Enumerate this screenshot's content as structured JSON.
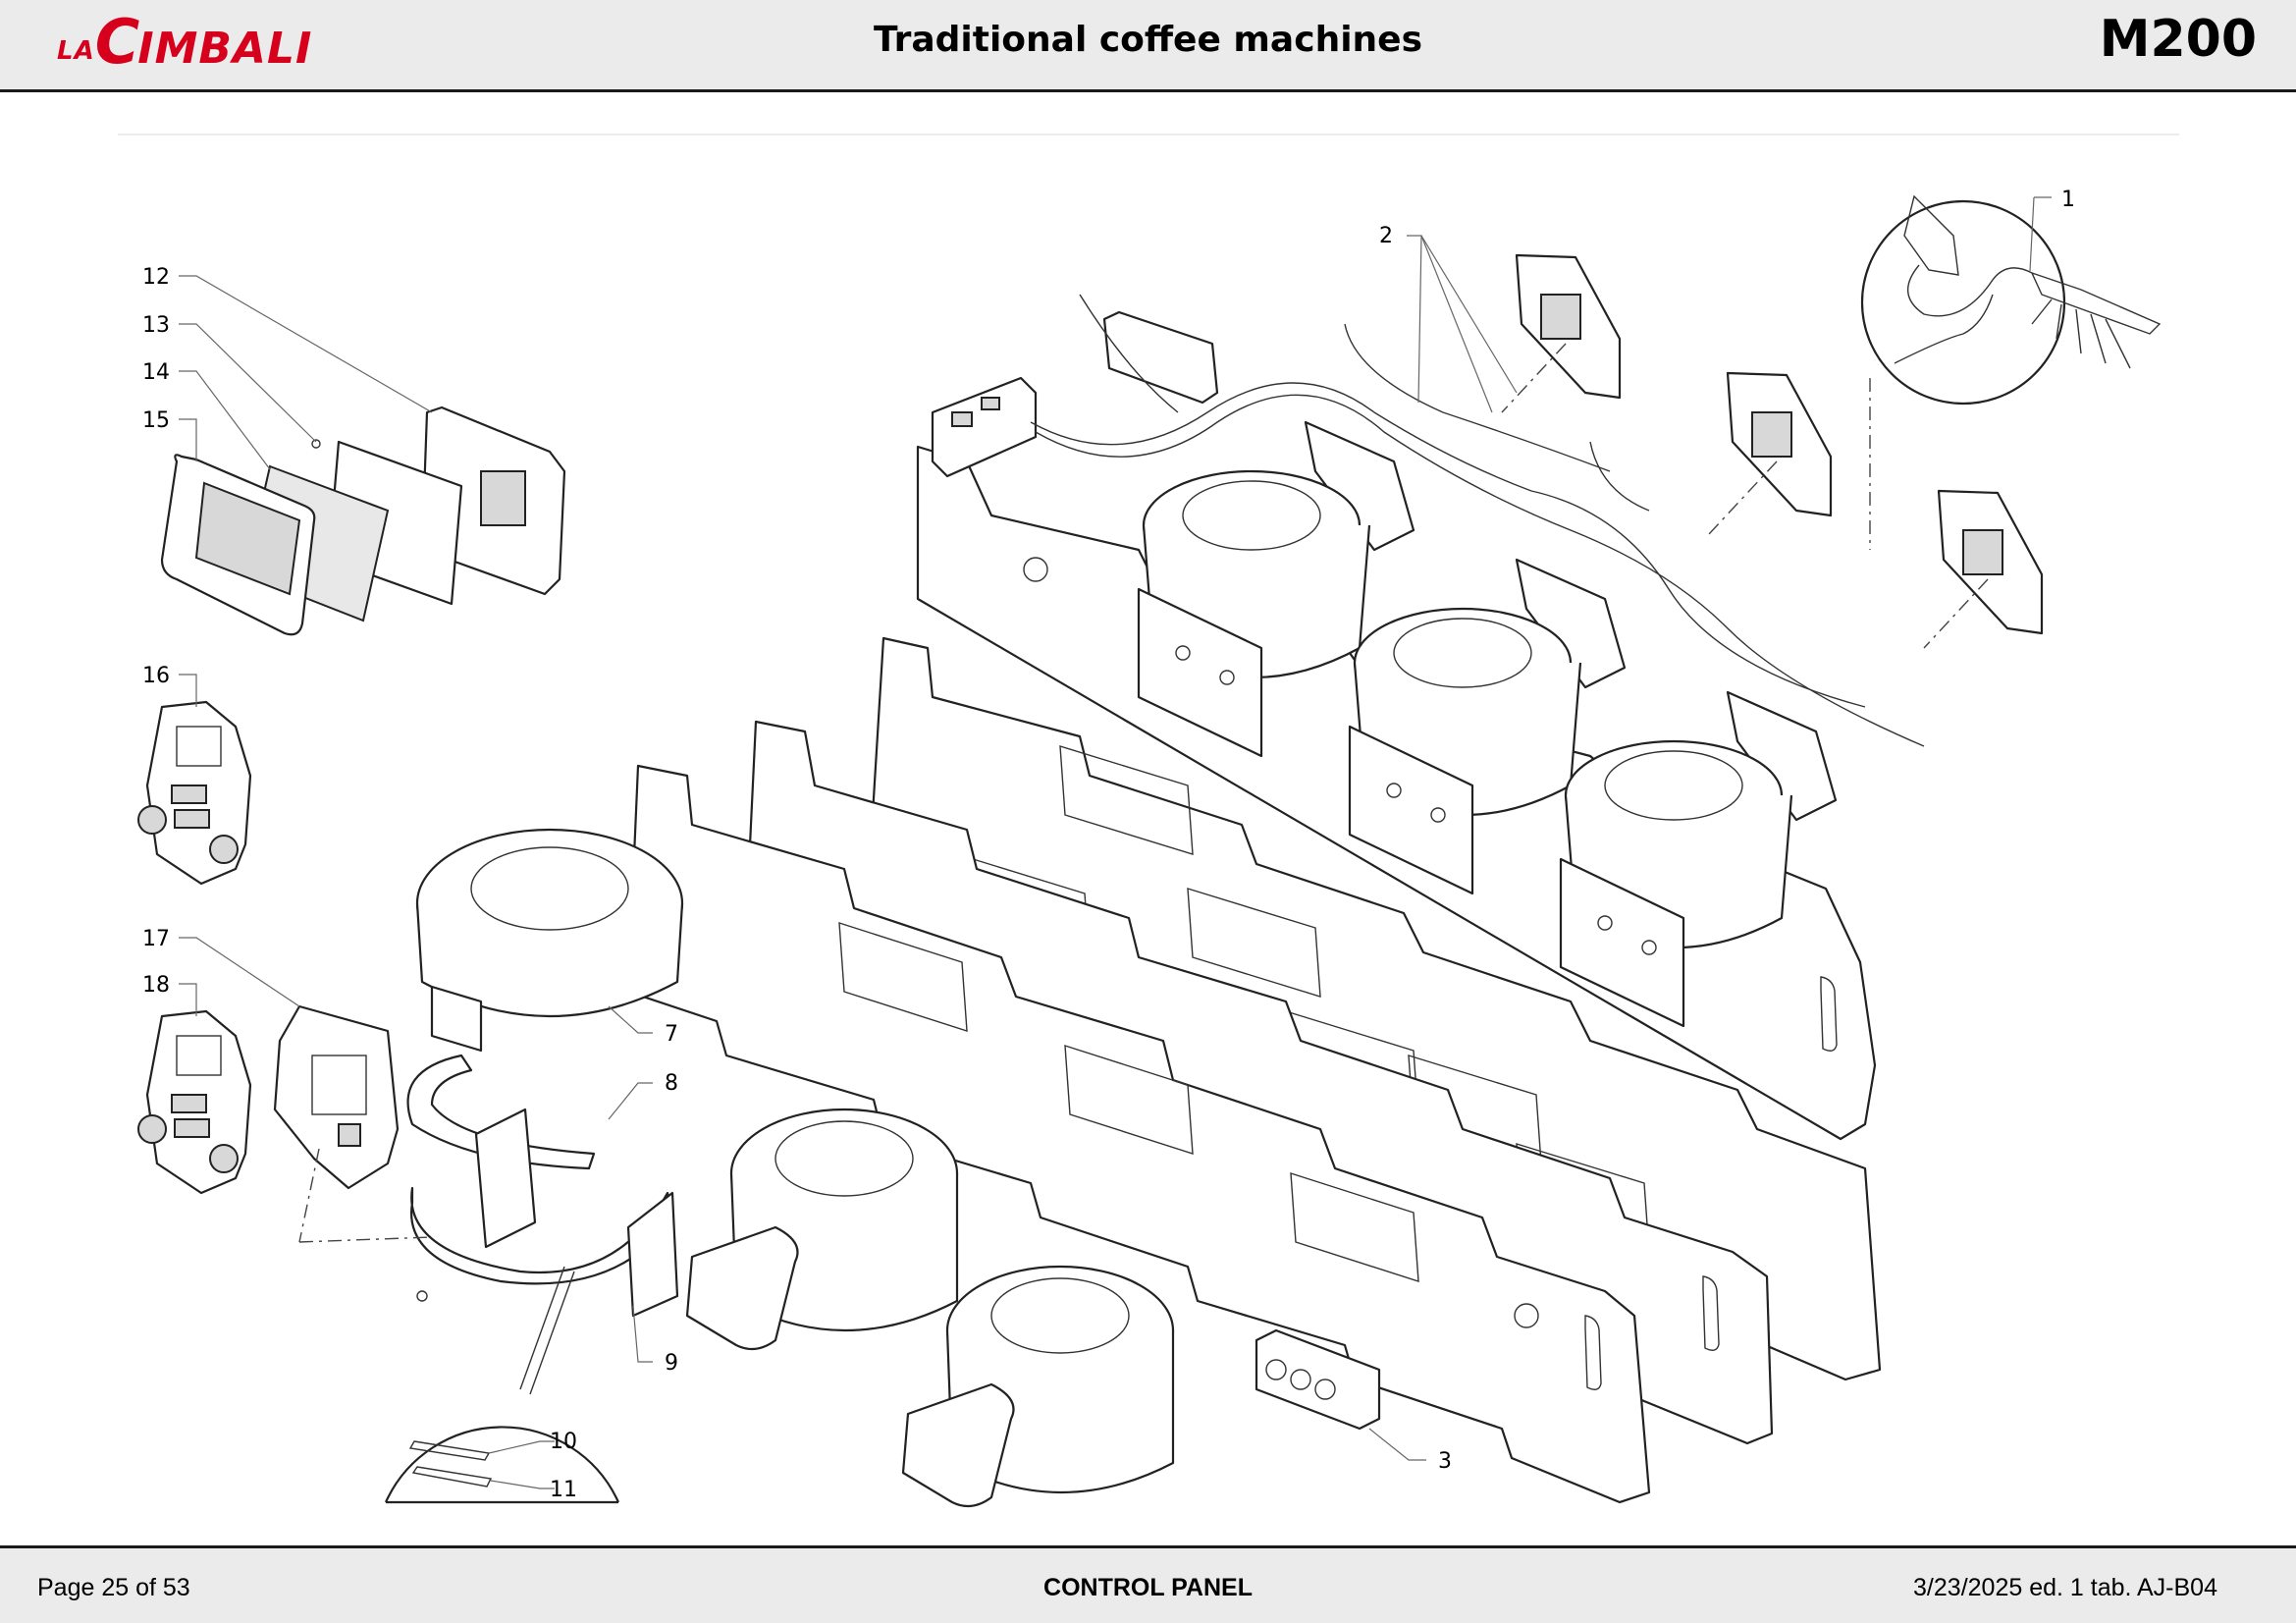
{
  "header": {
    "logo_prefix": "LA",
    "logo_c": "C",
    "logo_rest": "IMBALI",
    "title": "Traditional coffee machines",
    "model": "M200",
    "accent_color": "#d6001c"
  },
  "footer": {
    "page": "Page 25 of 53",
    "section": "CONTROL PANEL",
    "edition": "3/23/2025 ed. 1 tab. AJ-B04"
  },
  "callouts": [
    "1",
    "2",
    "3",
    "7",
    "8",
    "9",
    "10",
    "11",
    "12",
    "13",
    "14",
    "15",
    "16",
    "17",
    "18"
  ]
}
